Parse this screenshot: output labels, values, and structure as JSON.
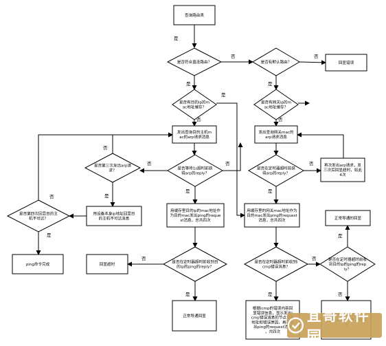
{
  "nodes": {
    "n_start": "查询路由表",
    "n_direct": "是否符合直连路由？",
    "n_default": "是否有默认路由？",
    "n_err": "回显错误",
    "n_dmac": "是否有目的ip的mac地址缓存？",
    "n_gmac": "是否有网关ip的mac地址缓存？",
    "n_arp1": "发出查询目的主机mac的arp请求消息",
    "n_arp2": "发出查询网关mac的arp请求消息",
    "n_third": "是否第三次发出arp请求？",
    "n_wait1": "是否等待1s超时前获得arp的reply？",
    "n_wait2": "是否在定时器超时前获得arp的reply？",
    "n_retry": "再次发出arp请求，发三次后回显超时，如此4次",
    "n_fourth": "是否第四次回显目的主机不可达？",
    "n_unreach": "用设备本身ip地址回显目的主机不可达消息",
    "n_sendd": "用缓存里目的ip的mac地址作为目的mac发出ping的request消息，总共四次",
    "n_sendg": "用缓存里的网关mac地址作为目的mac发出ping的request消息，总共四次",
    "n_normal2": "正常导通的回显",
    "n_pingdone": "ping命令完成",
    "n_timeout": "回显超时",
    "n_tmr1": "是否在定时器超时前收到目的ip的ping的reply？",
    "n_tmr2": "是否在定时器超时前收到icmp错误消息？",
    "n_tmr3": "是否在定时器超时前收到目的ip的ping的reply？",
    "n_normal1": "正常导通回显",
    "n_icmp": "根据icmp的错误内容回显错误信息，显示发出icmp错误消息的节点设备地址和错误原因，再次发出ping的request消息，共四次",
    "n_lowright": "回显超时，继续发出ping的request消息，共四次"
  },
  "edge_labels": {
    "yes": "是",
    "no": "否"
  },
  "watermark": {
    "text": "宜哥软件园"
  },
  "colors": {
    "stroke": "#000000",
    "fill": "#ffffff",
    "text": "#000000",
    "watermark": "#c9a25b"
  }
}
